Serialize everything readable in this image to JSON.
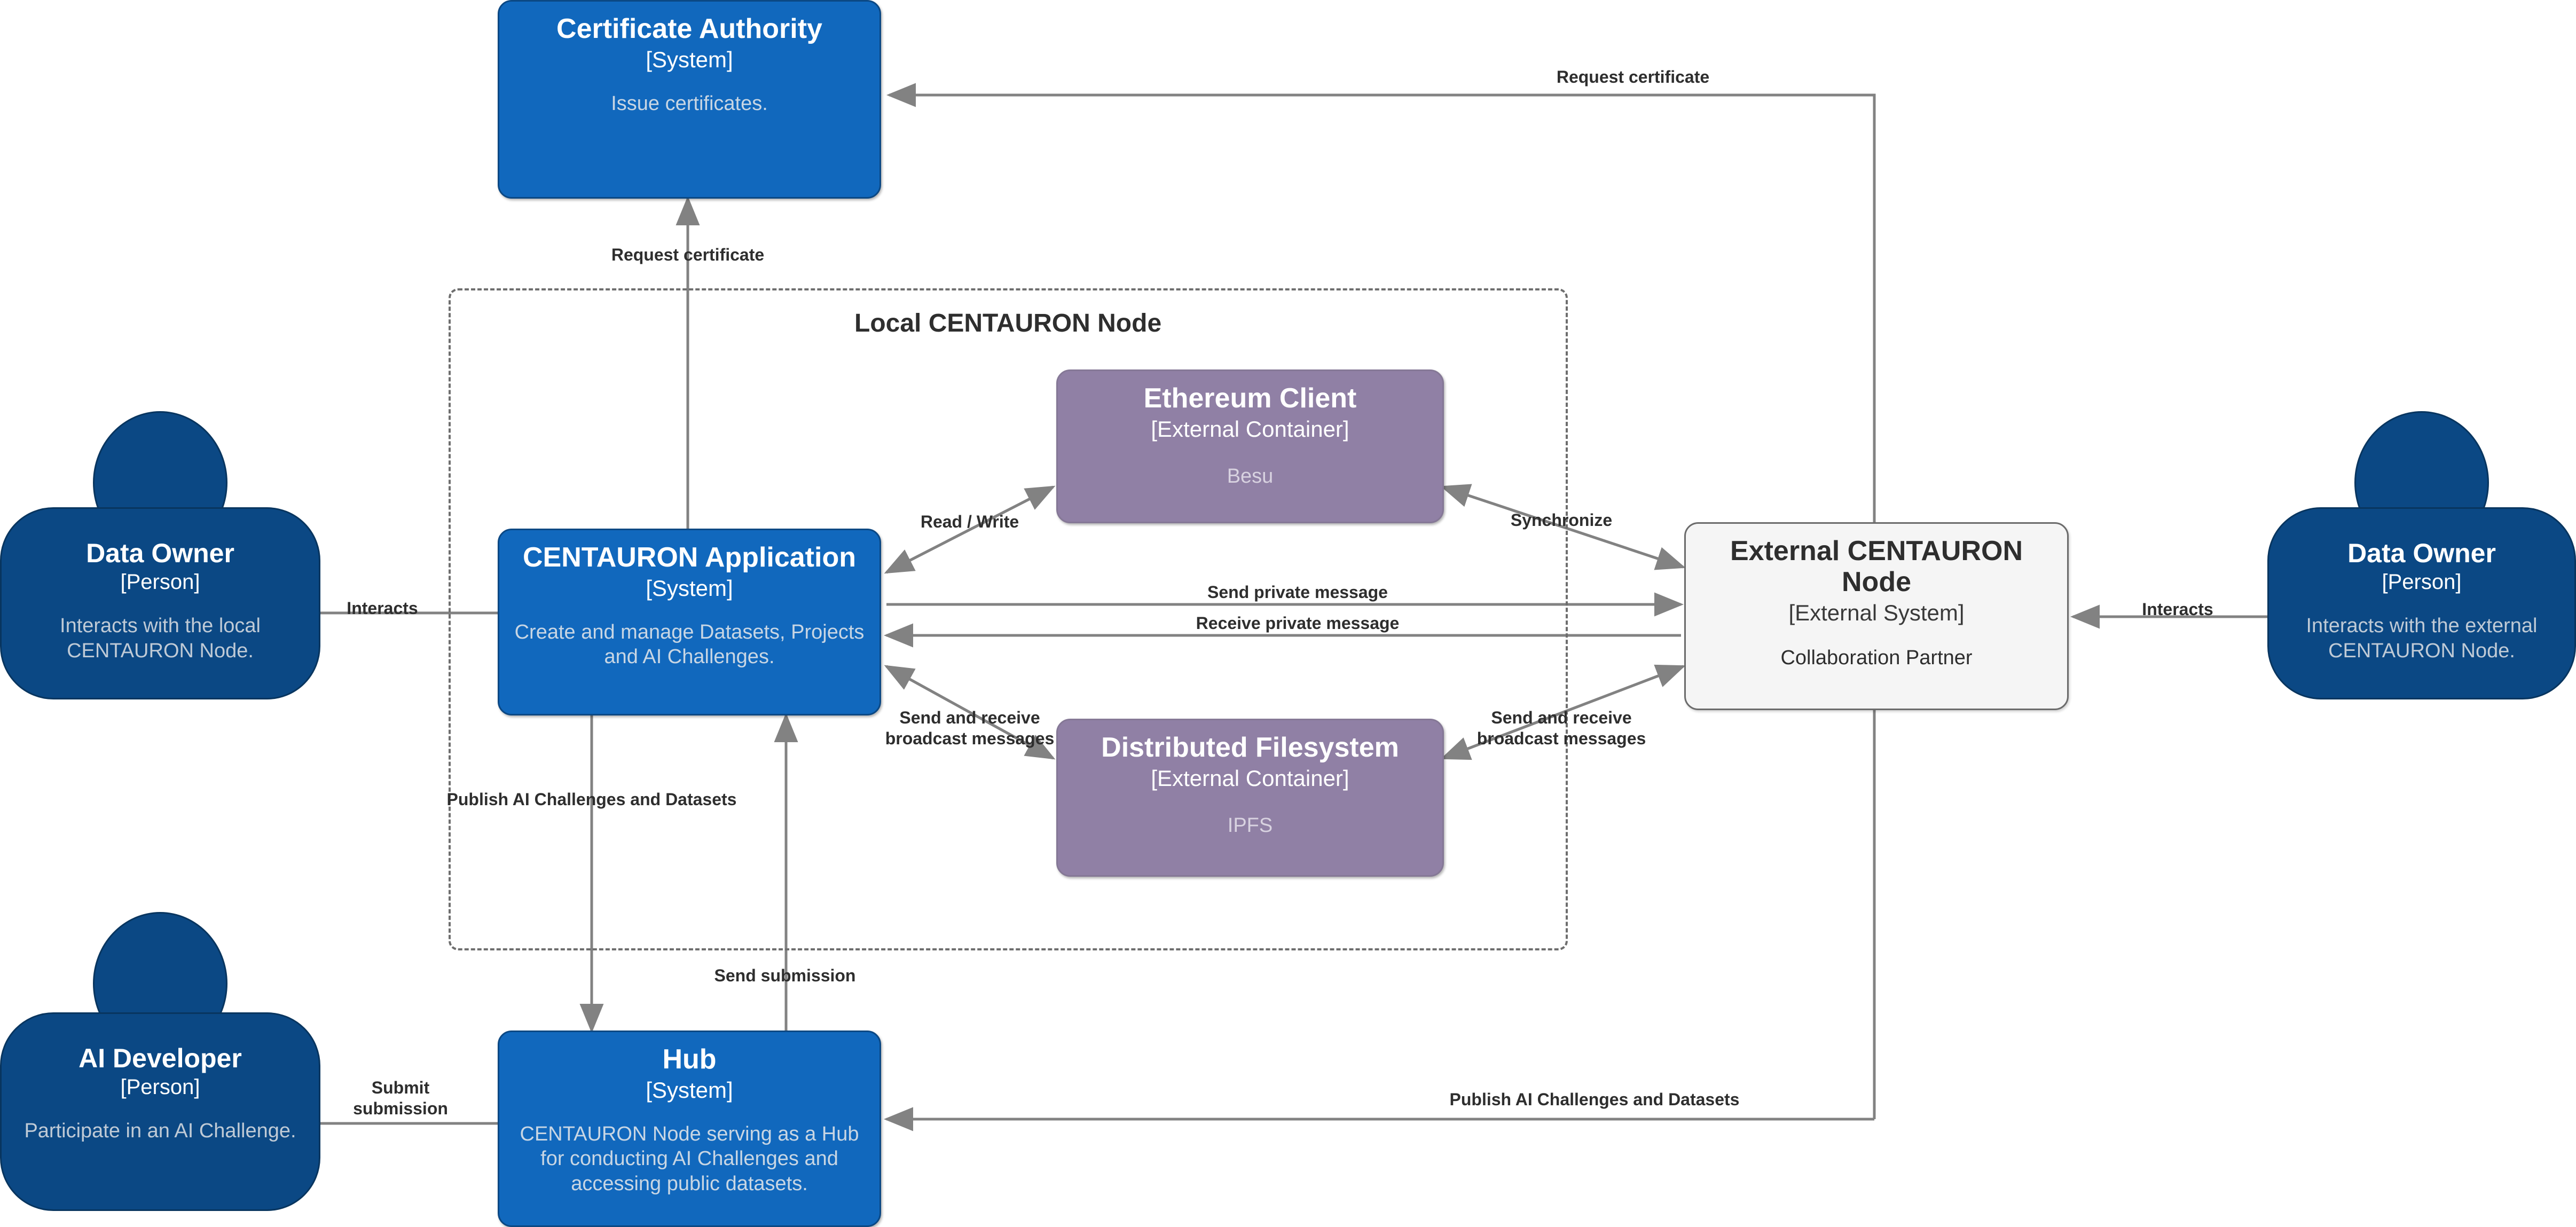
{
  "diagram": {
    "type": "C4 System Context / Container diagram",
    "boundary": {
      "label": "Local CENTAURON Node"
    }
  },
  "nodes": {
    "certificate_authority": {
      "title": "Certificate Authority",
      "type": "[System]",
      "description": "Issue certificates.",
      "color": "#1168BD",
      "style": "system"
    },
    "centauron_application": {
      "title": "CENTAURON Application",
      "type": "[System]",
      "description": "Create and manage Datasets, Projects and AI Challenges.",
      "color": "#1168BD",
      "style": "system"
    },
    "ethereum_client": {
      "title": "Ethereum Client",
      "type": "[External Container]",
      "description": "Besu",
      "color": "#9080A5",
      "style": "external-container"
    },
    "distributed_filesystem": {
      "title": "Distributed Filesystem",
      "type": "[External Container]",
      "description": "IPFS",
      "color": "#9080A5",
      "style": "external-container"
    },
    "external_centauron_node": {
      "title": "External CENTAURON Node",
      "type": "[External System]",
      "description": "Collaboration Partner",
      "color": "#F5F5F5",
      "style": "external-system"
    },
    "hub": {
      "title": "Hub",
      "type": "[System]",
      "description": "CENTAURON Node serving as a Hub for conducting AI Challenges and accessing public datasets.",
      "color": "#1168BD",
      "style": "system"
    },
    "data_owner_local": {
      "title": "Data Owner",
      "type": "[Person]",
      "description": "Interacts with the local CENTAURON Node.",
      "color": "#0B4884",
      "style": "person"
    },
    "data_owner_external": {
      "title": "Data Owner",
      "type": "[Person]",
      "description": "Interacts with the external CENTAURON Node.",
      "color": "#0B4884",
      "style": "person"
    },
    "ai_developer": {
      "title": "AI Developer",
      "type": "[Person]",
      "description": "Participate in an AI Challenge.",
      "color": "#0B4884",
      "style": "person"
    }
  },
  "edges": {
    "request_certificate_external": {
      "label": "Request certificate"
    },
    "request_certificate_local": {
      "label": "Request certificate"
    },
    "interacts_local": {
      "label": "Interacts"
    },
    "interacts_external": {
      "label": "Interacts"
    },
    "read_write": {
      "label": "Read / Write"
    },
    "synchronize": {
      "label": "Synchronize"
    },
    "send_private_message": {
      "label": "Send private message"
    },
    "receive_private_message": {
      "label": "Receive private message"
    },
    "broadcast_left": {
      "label": "Send and receive\nbroadcast messages"
    },
    "broadcast_right": {
      "label": "Send and receive\nbroadcast messages"
    },
    "publish_local": {
      "label": "Publish AI Challenges and Datasets"
    },
    "publish_external": {
      "label": "Publish AI Challenges and Datasets"
    },
    "send_submission": {
      "label": "Send submission"
    },
    "submit_submission": {
      "label": "Submit\nsubmission"
    }
  }
}
